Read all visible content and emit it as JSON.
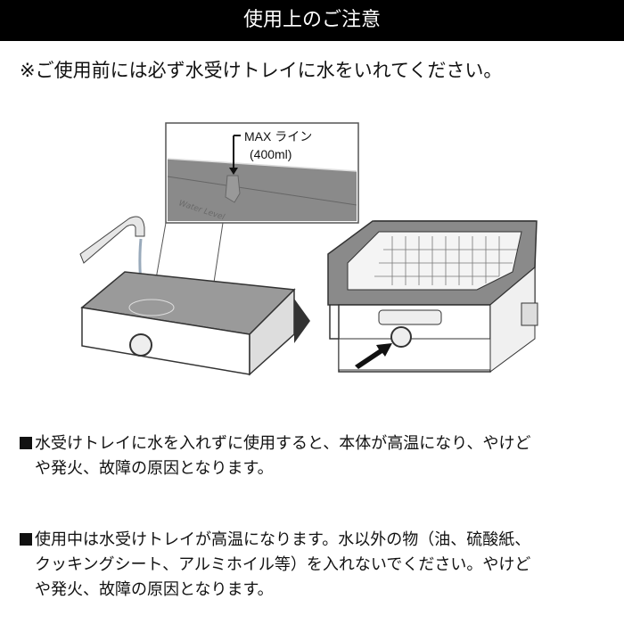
{
  "header": {
    "title": "使用上のご注意"
  },
  "lead": "※ご使用前には必ず水受けトレイに水をいれてください。",
  "illustration": {
    "max_line_label": "MAX ライン",
    "max_line_volume": "(400ml)",
    "tray_marking": "Water Level"
  },
  "notes": [
    {
      "lines": [
        "水受けトレイに水を入れずに使用すると、本体が高温になり、やけど",
        "や発火、故障の原因となります。"
      ]
    },
    {
      "lines": [
        "使用中は水受けトレイが高温になります。水以外の物（油、硫酸紙、",
        "クッキングシート、アルミホイル等）を入れないでください。やけど",
        "や発火、故障の原因となります。"
      ]
    }
  ]
}
